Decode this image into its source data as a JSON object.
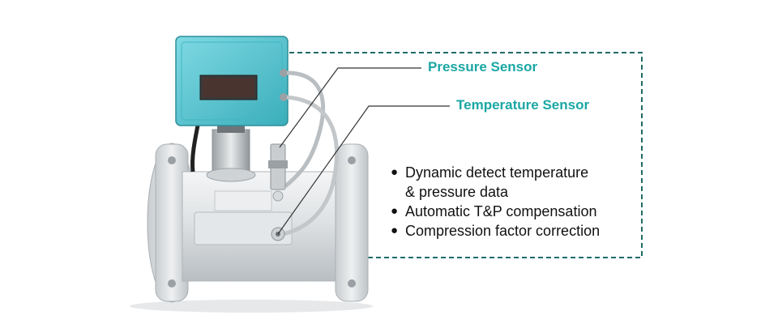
{
  "callouts": {
    "pressure": "Pressure Sensor",
    "temperature": "Temperature Sensor"
  },
  "features": [
    {
      "line1": "Dynamic detect temperature",
      "line2": "& pressure data"
    },
    {
      "line1": "Automatic T&P compensation",
      "line2": ""
    },
    {
      "line1": "Compression factor correction",
      "line2": ""
    }
  ],
  "colors": {
    "accent": "#1aa7a4",
    "dashed_border": "#1f6b67",
    "housing": "#5cc8d4",
    "metal": "#d8dcdf"
  },
  "icons": [
    "bullet-icon"
  ]
}
